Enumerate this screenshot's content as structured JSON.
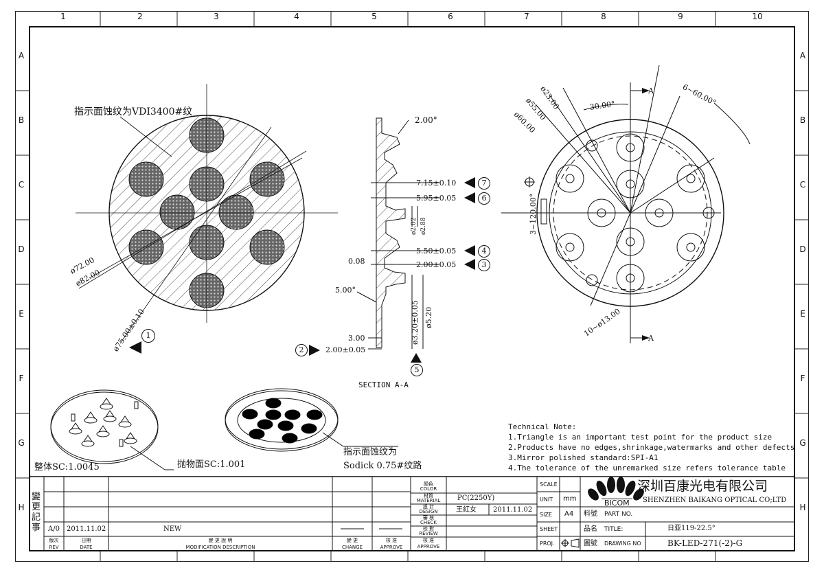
{
  "grid": {
    "columns": [
      "1",
      "2",
      "3",
      "4",
      "5",
      "6",
      "7",
      "8",
      "9",
      "10"
    ],
    "rows": [
      "A",
      "B",
      "C",
      "D",
      "E",
      "F",
      "G",
      "H"
    ]
  },
  "front_view": {
    "texture_note": "指示面蚀纹为VDI3400#纹",
    "dim_inner": "ø72.00",
    "dim_mid": "ø82.00",
    "dim_outer": "ø75.00±0.10",
    "marker": "1"
  },
  "section": {
    "title": "SECTION A-A",
    "angle_top": "2.00°",
    "angle_left": "5.00°",
    "dims": [
      {
        "text": "7.15±0.10",
        "marker": "7"
      },
      {
        "text": "5.95±0.05",
        "marker": "6"
      },
      {
        "text": "5.50±0.05",
        "marker": "4"
      },
      {
        "text": "2.00±0.05",
        "marker": "3"
      }
    ],
    "dim_008": "0.08",
    "dim_300": "3.00",
    "dim_bottom": "2.00±0.05",
    "dim_bottom_marker": "2",
    "dim_v1": "ø2.02",
    "dim_v2": "ø2.88",
    "dim_v3": "ø3.20±0.05",
    "dim_v4": "ø5.20",
    "bottom_marker": "5"
  },
  "right_view": {
    "dim_d23": "ø23.00",
    "dim_d55": "ø55.00",
    "dim_d60": "ø60.00",
    "angle_30": "30.00°",
    "angle_60": "6~60.00°",
    "side_dim": "3~120.00°",
    "bottom_dim": "10~ø13.00",
    "cut_top": "A",
    "cut_bottom": "A"
  },
  "iso": {
    "left_scale": "整体SC:1.0045",
    "mirror_note": "抛物面SC:1.001",
    "right_note_1": "指示面蚀纹为",
    "right_note_2": "Sodick 0.75#纹路"
  },
  "tech_note": {
    "title": "Technical Note:",
    "lines": [
      "1.Triangle is an important test point for the product size",
      "2.Products have no edges,shrinkage,watermarks and other defects",
      "3.Mirror polished standard:SPI-A1",
      "4.The tolerance of the unremarked size refers tolerance table"
    ]
  },
  "title_block": {
    "rev_side": "變更記事",
    "rev": "A/0",
    "rev_date": "2011.11.02",
    "rev_desc": "NEW",
    "hdr_rev_cn": "版次",
    "hdr_rev_en": "REV",
    "hdr_date_cn": "日期",
    "hdr_date_en": "DATE",
    "hdr_desc_cn": "變 更 說 明",
    "hdr_desc_en": "MODIFICATION DESCRIPTION",
    "hdr_change_cn": "變 更",
    "hdr_change_en": "CHANGE",
    "hdr_approve_cn": "核 准",
    "hdr_approve_en": "APPROVE",
    "color_cn": "顏色",
    "color_en": "COLOR",
    "material_cn": "材質",
    "material_en": "MATERIAL",
    "material": "PC(2250Y)",
    "design_cn": "設 計",
    "design_en": "DESIGN",
    "designer": "王紅女",
    "design_date": "2011.11.02",
    "check_cn": "審 核",
    "check_en": "CHECK",
    "review_cn": "校 對",
    "review_en": "REVIEW",
    "approve_cn": "核 准",
    "approve_en": "APPROVE",
    "scale_label": "SCALE",
    "unit_label": "UNIT",
    "unit": "mm",
    "size_label": "SIZE",
    "size": "A4",
    "sheet_label": "SHEET",
    "proj_label": "PROJ.",
    "part_no_cn": "料號",
    "part_no_en": "PART NO.",
    "title_cn": "品名",
    "title_en": "TITLE:",
    "title_value": "日亚119-22.5°",
    "drawing_cn": "圖號",
    "drawing_en": "DRAWING NO",
    "drawing_no": "BK-LED-271(-2)-G",
    "logo_text": "BICOM",
    "company_cn": "深圳百康光电有限公司",
    "company_en": "SHENZHEN BAIKANG OPTICAL CO;LTD"
  }
}
